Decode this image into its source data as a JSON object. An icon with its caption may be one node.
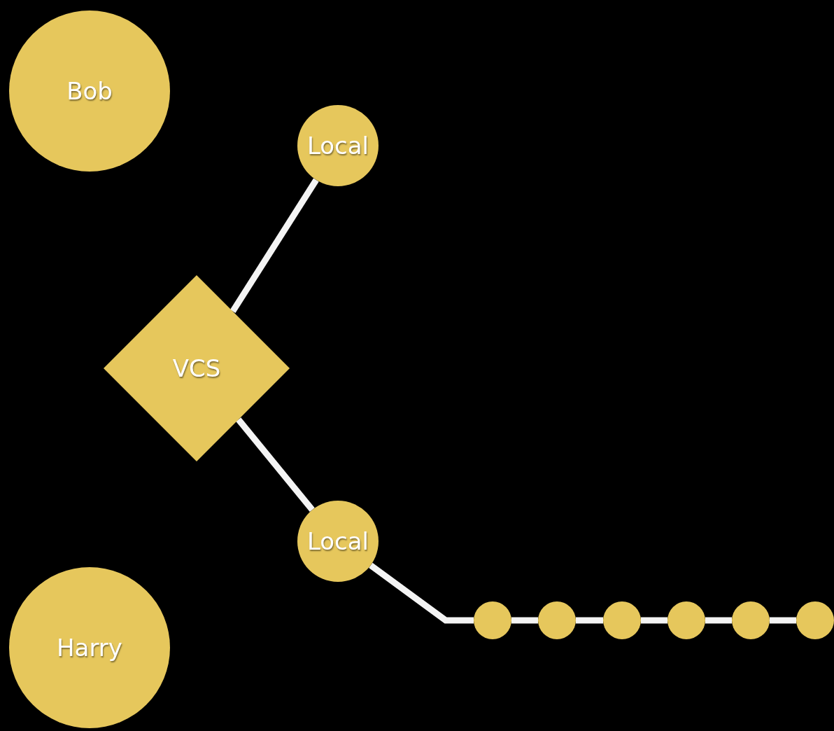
{
  "diagram": {
    "nodes": [
      {
        "text": [
          "Bob"
        ]
      },
      {
        "text": [
          "Local"
        ]
      },
      {
        "text": [
          "VCS"
        ]
      },
      {
        "text": [
          "Local"
        ]
      },
      {
        "text": [
          "Harry"
        ]
      },
      {
        "text": [],
        "shape": "circle"
      },
      {
        "text": [],
        "shape": "circle"
      },
      {
        "text": [],
        "shape": "circle"
      },
      {
        "text": [],
        "shape": "circle"
      },
      {
        "text": [],
        "shape": "circle"
      },
      {
        "text": [],
        "shape": "circle"
      }
    ],
    "edges": [
      {
        "from": 2,
        "to": 1,
        "arrow": "none"
      },
      {
        "from": 2,
        "to": 3,
        "arrow": "none"
      },
      {
        "from": 3,
        "to": 5,
        "arrow": "none"
      },
      {
        "from": 5,
        "to": 6,
        "arrow": "none"
      },
      {
        "from": 6,
        "to": 7,
        "arrow": "none"
      },
      {
        "from": 7,
        "to": 8,
        "arrow": "none"
      },
      {
        "from": 8,
        "to": 9,
        "arrow": "none"
      },
      {
        "from": 9,
        "to": 10,
        "arrow": "none"
      }
    ]
  }
}
